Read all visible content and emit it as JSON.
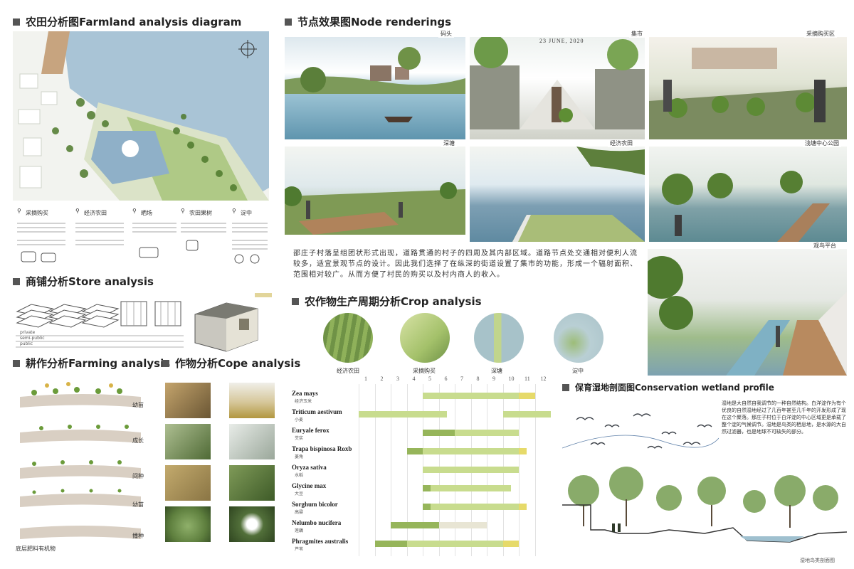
{
  "sections": {
    "farmland": "农田分析图Farmland analysis diagram",
    "node": "节点效果图Node renderings",
    "store": "商铺分析Store analysis",
    "farming": "耕作分析Farming analysis",
    "cope": "作物分析Cope analysis",
    "crop": "农作物生产周期分析Crop analysis",
    "wetland": "保育湿地剖面图Conservation wetland profile"
  },
  "renderings": {
    "date_stamp": "23 JUNE, 2020",
    "labels": [
      "码头",
      "集市",
      "采摘购买区",
      "深塘",
      "经济农田",
      "浅塘中心公园",
      "观鸟平台"
    ]
  },
  "legend": {
    "items": [
      "采摘购买",
      "经济农田",
      "晒场",
      "农田果树",
      "淀中"
    ]
  },
  "paragraph": "邵庄子村落呈组团状形式出现，道路贯通的村子的四周及其内部区域。道路节点处交通相对便利人流较多，适宜景观节点的设计。因此我们选择了在纵深的街道设置了集市的功能，形成一个辐射面积、范围相对较广。从而方便了村民的购买以及村内商人的收入。",
  "circles": [
    "经济农田",
    "采摘购买",
    "深塘",
    "淀中"
  ],
  "farming": {
    "stages": [
      "幼苗",
      "成长",
      "间种",
      "幼苗",
      "播种"
    ],
    "footer": "底层肥料有机物"
  },
  "store_labels": [
    "private",
    "semi-public",
    "public"
  ],
  "wetland_text": "湿地是大自然自我调节的一种自然结构。白洋淀作为有个优良的自然湿地经过了几百年甚至几千年的开发形成了现在这个聚落。那庄子村位于白洋淀的中心区域更是承载了整个淀的气候调节。湿地是鸟类的栖息地，是水源的大自然过滤器，也是地球不可缺失的部分。",
  "wetland_caption": "湿地鸟类剖面图",
  "chart_data": {
    "type": "bar",
    "months": [
      "1",
      "2",
      "3",
      "4",
      "5",
      "6",
      "7",
      "8",
      "9",
      "10",
      "11",
      "12"
    ],
    "crops": [
      {
        "name": "Zea mays",
        "cn": "经济玉米",
        "segments": [
          [
            4,
            10
          ],
          [
            10,
            11
          ]
        ]
      },
      {
        "name": "Triticum aestivum",
        "cn": "小麦",
        "segments": [
          [
            0,
            5
          ],
          [
            5,
            5.5
          ],
          [
            9,
            12
          ]
        ]
      },
      {
        "name": "Euryale ferox",
        "cn": "芡实",
        "segments": [
          [
            4,
            6
          ],
          [
            6,
            7
          ],
          [
            7,
            10
          ]
        ]
      },
      {
        "name": "Trapa bispinosa Roxb",
        "cn": "菱角",
        "segments": [
          [
            3,
            4
          ],
          [
            4,
            10
          ],
          [
            10,
            10.5
          ]
        ]
      },
      {
        "name": "Oryza sativa",
        "cn": "水稻",
        "segments": [
          [
            4,
            10
          ]
        ]
      },
      {
        "name": "Glycine max",
        "cn": "大豆",
        "segments": [
          [
            4,
            4.5
          ],
          [
            4.5,
            9.5
          ]
        ]
      },
      {
        "name": "Sorghum bicolor",
        "cn": "高粱",
        "segments": [
          [
            4,
            4.5
          ],
          [
            4.5,
            10
          ],
          [
            10,
            10.5
          ]
        ]
      },
      {
        "name": "Nelumbo nucifera",
        "cn": "莲藕",
        "segments": [
          [
            2,
            5
          ],
          [
            5,
            8
          ]
        ]
      },
      {
        "name": "Phragmites australis",
        "cn": "芦苇",
        "segments": [
          [
            1,
            3
          ],
          [
            3,
            9
          ],
          [
            9,
            10
          ]
        ]
      }
    ]
  },
  "colors": {
    "bar_light": "#c8dc8e",
    "bar_mid": "#96b55a",
    "bar_yellow": "#e6da6a",
    "bar_pale": "#e8e5d4"
  }
}
